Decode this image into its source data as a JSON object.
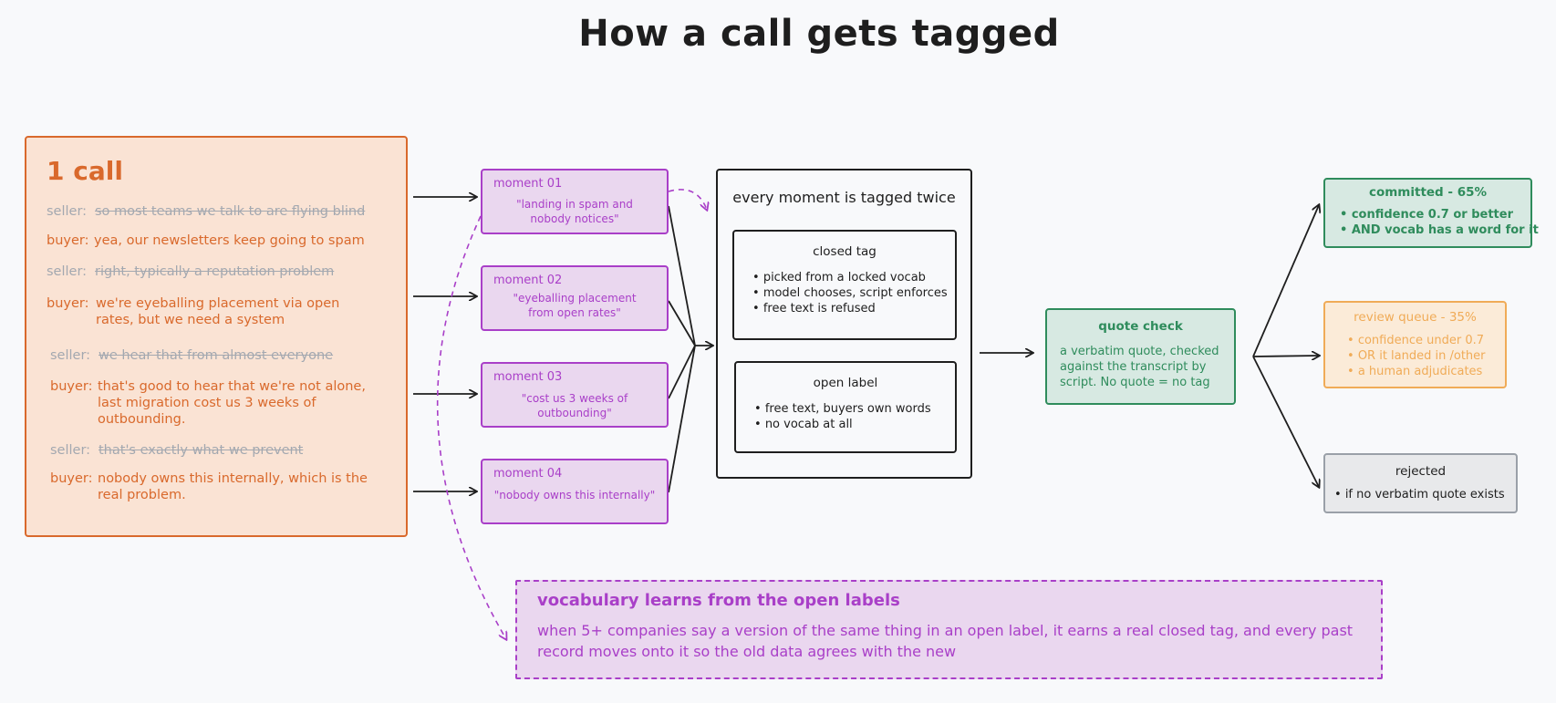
{
  "title": "How a call gets tagged",
  "call": {
    "title": "1 call",
    "lines": [
      {
        "speaker": "seller:",
        "text": "so most teams we talk to are flying blind"
      },
      {
        "speaker": "buyer:",
        "text": "yea, our newsletters keep going to spam"
      },
      {
        "speaker": "seller:",
        "text": "right, typically a reputation problem"
      },
      {
        "speaker": "buyer:",
        "text": "we're eyeballing placement via open rates, but we need a system"
      },
      {
        "speaker": "seller:",
        "text": "we hear that from almost everyone"
      },
      {
        "speaker": "buyer:",
        "text": "that's good to hear that we're not alone, last migration cost us 3 weeks of outbounding."
      },
      {
        "speaker": "seller:",
        "text": "that's exactly what we prevent"
      },
      {
        "speaker": "buyer:",
        "text": "nobody owns this internally, which is the real problem."
      }
    ]
  },
  "moments": [
    {
      "label": "moment 01",
      "quote": "\"landing in spam and nobody notices\""
    },
    {
      "label": "moment 02",
      "quote": "\"eyeballing placement from open rates\""
    },
    {
      "label": "moment 03",
      "quote": "\"cost us 3 weeks of outbounding\""
    },
    {
      "label": "moment 04",
      "quote": "\"nobody owns this internally\""
    }
  ],
  "tagged": {
    "title": "every moment is tagged twice",
    "closed": {
      "title": "closed tag",
      "bullets": [
        "picked from a locked vocab",
        "model chooses, script enforces",
        "free text is refused"
      ]
    },
    "open": {
      "title": "open label",
      "bullets": [
        "free text, buyers own words",
        "no vocab at all"
      ]
    }
  },
  "quote_check": {
    "title": "quote check",
    "body": "a verbatim quote, checked against the transcript by script. No quote = no tag"
  },
  "outcomes": {
    "committed": {
      "title": "committed - 65%",
      "bullets": [
        "confidence 0.7 or better",
        "AND vocab has a word for it"
      ]
    },
    "review": {
      "title": "review queue - 35%",
      "bullets": [
        "confidence under 0.7",
        "OR it landed in /other",
        "a human adjudicates"
      ]
    },
    "rejected": {
      "title": "rejected",
      "bullets": [
        "if no verbatim quote exists"
      ]
    }
  },
  "vocabulary": {
    "title": "vocabulary learns from the open labels",
    "body": "when 5+ companies say a version of the same thing in an open label, it earns a real closed tag, and every past record moves onto it so the old data agrees with the new"
  },
  "colors": {
    "orange": "#d9692c",
    "purple": "#a93fc8",
    "green": "#2f8c5c",
    "amber": "#f0ab57",
    "gray": "#9aa0a8",
    "ink": "#1e1e1e"
  }
}
